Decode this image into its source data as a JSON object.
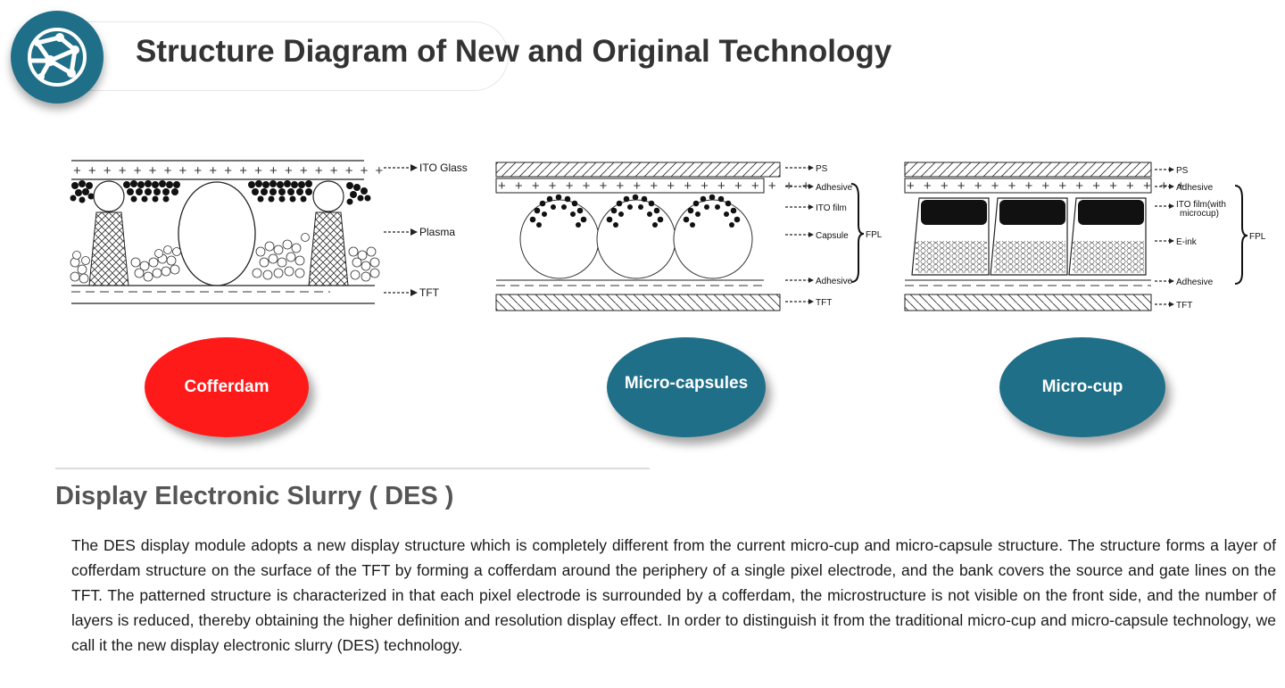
{
  "header": {
    "title": "Structure Diagram of New and Original Technology",
    "logo_icon": "network-globe-icon",
    "accent_color": "#1f6f88"
  },
  "diagrams": {
    "cofferdam": {
      "labels": {
        "ito_glass": "ITO Glass",
        "plasma": "Plasma",
        "tft": "TFT"
      }
    },
    "micro_capsules": {
      "labels": {
        "ps": "PS",
        "adhesive_top": "Adhesive",
        "ito_film": "ITO film",
        "capsule": "Capsule",
        "fpl": "FPL",
        "adhesive_bottom": "Adhesive",
        "tft": "TFT"
      }
    },
    "micro_cup": {
      "labels": {
        "ps": "PS",
        "adhesive_top": "Adhesive",
        "ito_film_line1": "ITO film(with",
        "ito_film_line2": "microcup)",
        "e_ink": "E-ink",
        "fpl": "FPL",
        "adhesive_bottom": "Adhesive",
        "tft": "TFT"
      }
    }
  },
  "tech_buttons": [
    {
      "label": "Cofferdam",
      "color": "#ff1a1a"
    },
    {
      "label": "Micro-capsules",
      "color": "#1f6f88"
    },
    {
      "label": "Micro-cup",
      "color": "#1f6f88"
    }
  ],
  "des_section": {
    "title": "Display Electronic Slurry ( DES )",
    "body": "The DES display module adopts a new display structure which is completely different from the current micro-cup and micro-capsule structure. The structure forms a layer of cofferdam structure on the surface of the TFT by forming a cofferdam around the periphery of a single pixel electrode, and the bank covers the source and gate lines on the TFT. The patterned structure is characterized in that each pixel electrode is surrounded by a cofferdam, the microstructure is not visible on the front side, and the number of layers is reduced, thereby obtaining the higher definition  and resolution display effect. In order to distinguish it from the traditional micro-cup and micro-capsule technology, we call it the new display electronic slurry (DES) technology."
  }
}
